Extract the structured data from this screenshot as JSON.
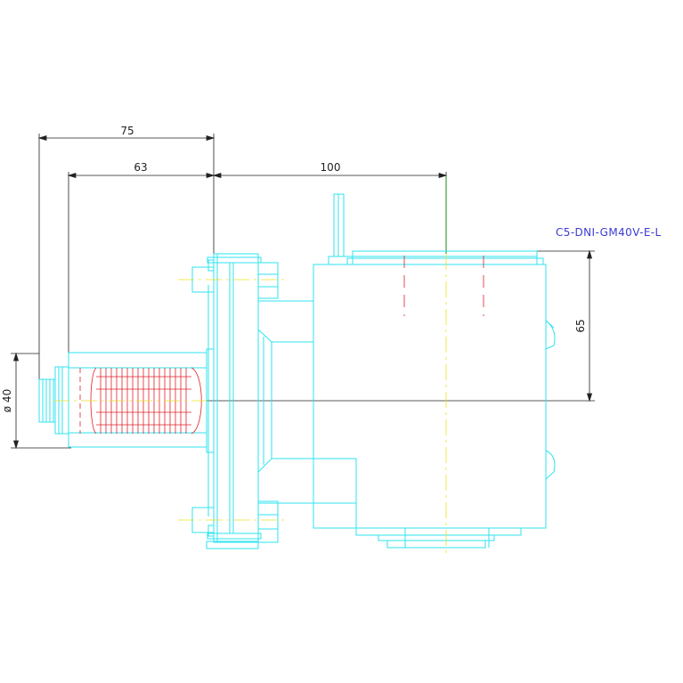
{
  "dimensions": {
    "d75": "75",
    "d63": "63",
    "d100": "100",
    "d65": "65",
    "dia40": "ø 40"
  },
  "part_number": "C5-DNI-GM40V-E-L",
  "colors": {
    "outline": "#2fe3ef",
    "dimension": "#222222",
    "thread": "#e0202a",
    "center": "#f0e020",
    "label": "#3b3bd6",
    "green": "#1a8a1a"
  }
}
